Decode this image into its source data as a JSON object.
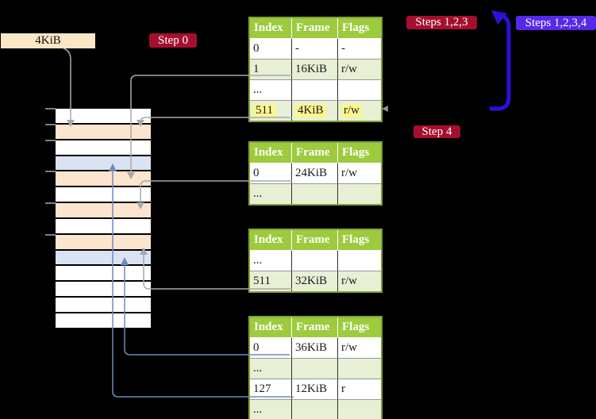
{
  "labels": {
    "frame_size": "4KiB",
    "step0": "Step 0",
    "steps_123": "Steps 1,2,3",
    "steps_1234": "Steps 1,2,3,4",
    "step4": "Step 4"
  },
  "table_headers": [
    "Index",
    "Frame",
    "Flags"
  ],
  "page_tables": [
    {
      "name": "page-table-level-top",
      "rows": [
        {
          "index": "0",
          "frame": "-",
          "flags": "-",
          "shaded": false,
          "highlight": false
        },
        {
          "index": "1",
          "frame": "16KiB",
          "flags": "r/w",
          "shaded": true,
          "highlight": false
        },
        {
          "index": "...",
          "frame": "",
          "flags": "",
          "shaded": false,
          "highlight": false
        },
        {
          "index": "511",
          "frame": "4KiB",
          "flags": "r/w",
          "shaded": true,
          "highlight": true
        }
      ]
    },
    {
      "name": "page-table-16kib",
      "rows": [
        {
          "index": "0",
          "frame": "24KiB",
          "flags": "r/w",
          "shaded": false,
          "highlight": false
        },
        {
          "index": "...",
          "frame": "",
          "flags": "",
          "shaded": true,
          "highlight": false
        }
      ]
    },
    {
      "name": "page-table-24kib",
      "rows": [
        {
          "index": "...",
          "frame": "",
          "flags": "",
          "shaded": false,
          "highlight": false
        },
        {
          "index": "511",
          "frame": "32KiB",
          "flags": "r/w",
          "shaded": true,
          "highlight": false
        }
      ]
    },
    {
      "name": "page-table-32kib",
      "rows": [
        {
          "index": "0",
          "frame": "36KiB",
          "flags": "r/w",
          "shaded": false,
          "highlight": false
        },
        {
          "index": "...",
          "frame": "",
          "flags": "",
          "shaded": true,
          "highlight": false
        },
        {
          "index": "127",
          "frame": "12KiB",
          "flags": "r",
          "shaded": false,
          "highlight": false
        },
        {
          "index": "...",
          "frame": "",
          "flags": "",
          "shaded": true,
          "highlight": false
        }
      ]
    }
  ],
  "memory_stack": {
    "frame_size_label": "4KiB",
    "rows": [
      "free",
      "page-table",
      "free",
      "data-page",
      "page-table",
      "free",
      "page-table",
      "free",
      "page-table",
      "data-page",
      "free",
      "free",
      "free",
      "free"
    ],
    "tick_row_indices": [
      0,
      1,
      2,
      4,
      6,
      8
    ]
  },
  "colors": {
    "background": "#000000",
    "step_label_crimson": "#A50F2E",
    "step_label_violet": "#5629E9",
    "table_header_green": "#9CCB3D",
    "table_row_green": "#E7EFD5",
    "highlight_yellow": "#FBF68E",
    "frame_page_table_peach": "#FCE5CE",
    "frame_data_page_blue": "#DAE3F3",
    "frame_size_box_cream": "#FAE7C5",
    "gray_arrow": "#A8A8A8",
    "blue_arrow": "#6D8CC0",
    "steps_flow_arrow_blue": "#2B10D9"
  }
}
